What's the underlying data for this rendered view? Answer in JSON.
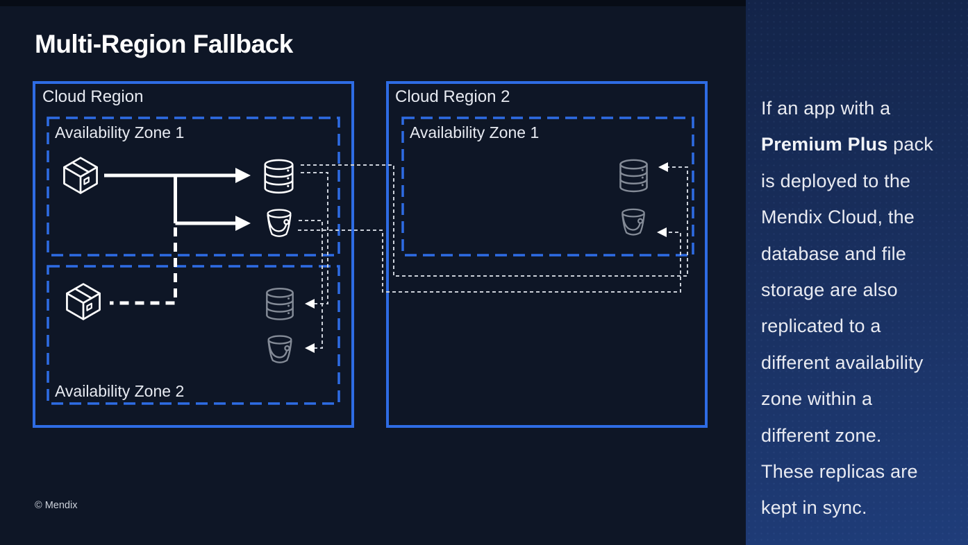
{
  "title": "Multi-Region Fallback",
  "footer_note": "© Mendix",
  "colors": {
    "background": "#0e1626",
    "top_strip": "#070c16",
    "region_border_blue": "#2e6ce4",
    "active_icon": "#ffffff",
    "replica_icon": "#848b97",
    "sidebar_gradient_top": "#132449",
    "sidebar_gradient_bottom": "#1f3d7a",
    "sidebar_text": "#e9ebf2"
  },
  "diagram": {
    "regions": [
      {
        "label": "Cloud Region",
        "zones": [
          {
            "label": "Availability Zone 1",
            "nodes": [
              "app-package",
              "database",
              "file-storage-bucket"
            ]
          },
          {
            "label": "Availability Zone 2",
            "nodes": [
              "app-package-fallback",
              "database-replica",
              "file-storage-bucket-replica"
            ]
          }
        ]
      },
      {
        "label": "Cloud Region 2",
        "zones": [
          {
            "label": "Availability Zone 1",
            "nodes": [
              "database-replica",
              "file-storage-bucket-replica"
            ]
          }
        ]
      }
    ]
  },
  "sidebar": {
    "line_01": "If an app with a",
    "line_02_bold": "Premium Plus",
    "line_02_rest": " pack",
    "line_03": "is deployed to the",
    "line_04": "Mendix Cloud, the",
    "line_05": "database and file",
    "line_06": "storage are also",
    "line_07": "replicated to a",
    "line_08": "different availability",
    "line_09": "zone within a",
    "line_10": "different zone.",
    "line_11": "These replicas are",
    "line_12": "kept in sync."
  }
}
